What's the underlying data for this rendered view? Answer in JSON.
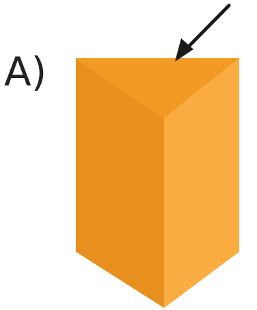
{
  "option": {
    "label": "A)"
  },
  "figure": {
    "shape": "triangular-prism",
    "colors": {
      "top_face": "#f39a25",
      "left_face": "#e8901f",
      "right_face": "#fbad42",
      "arrow": "#1a1a1a"
    },
    "arrow_target": "top_face"
  }
}
